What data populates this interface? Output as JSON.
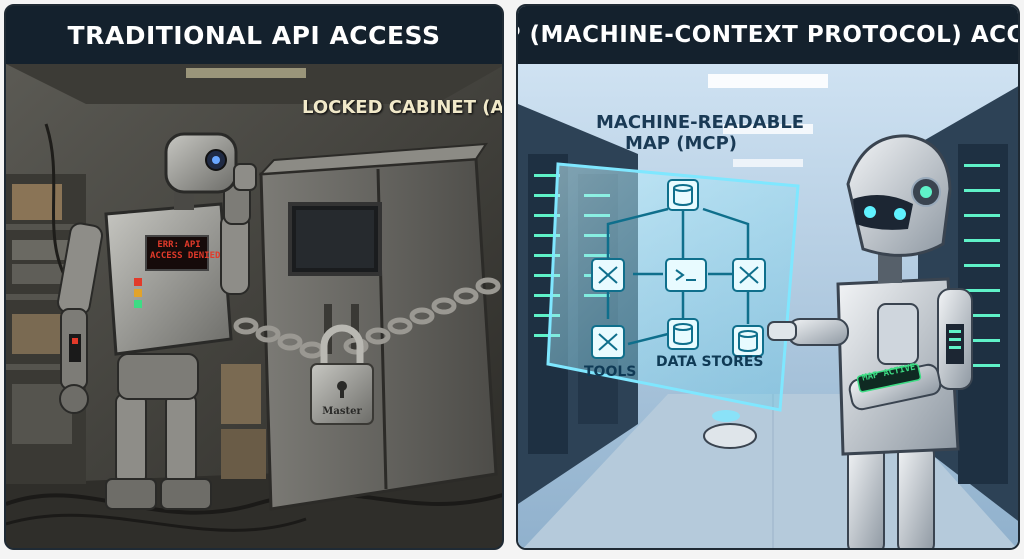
{
  "left_panel": {
    "title": "TRADITIONAL API ACCESS",
    "cabinet_label": "LOCKED CABINET (API)",
    "chest_screen_line1": "ERR: API",
    "chest_screen_line2": "ACCESS DENIED",
    "padlock_brand": "Master"
  },
  "right_panel": {
    "title": "MCP (MACHINE-CONTEXT PROTOCOL) ACCESS",
    "map_label_line1": "MACHINE-READABLE",
    "map_label_line2": "MAP (MCP)",
    "tools_label": "TOOLS",
    "data_stores_label": "DATA STORES",
    "arm_badge": "MAP ACTIVE"
  },
  "colors": {
    "title_bar": "#14212d",
    "error_red": "#e23a2a",
    "holo_cyan": "#7fe7ff",
    "badge_green": "#3ddc84"
  }
}
